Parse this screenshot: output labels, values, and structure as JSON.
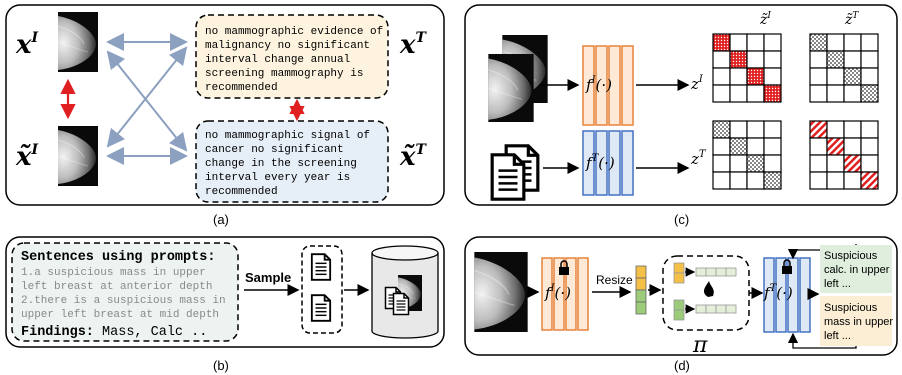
{
  "panel_a": {
    "caption": "(a)",
    "math": {
      "x_i": "x",
      "x_i_sup": "I",
      "x_t": "x",
      "x_t_sup": "T",
      "xt_i": "x̃",
      "xt_i_sup": "I",
      "xt_t": "x̃",
      "xt_t_sup": "T"
    },
    "report_top": [
      "no mammographic evidence of",
      "malignancy no significant",
      "interval change annual",
      "screening mammography is",
      "recommended"
    ],
    "report_bottom": [
      "no mammographic signal of",
      "cancer no significant",
      "change in the screening",
      "interval every year is",
      "recommended"
    ]
  },
  "panel_b": {
    "caption": "(b)",
    "heading": "Sentences using prompts:",
    "lines": [
      "1.a suspicious mass in upper",
      "left breast at anterior depth",
      "2.there is a suspicious mass in",
      "upper left breast at mid depth"
    ],
    "findings_label": "Findings:",
    "findings_value": " Mass, Calc ..",
    "sample_label": "Sample"
  },
  "panel_c": {
    "caption": "(c)",
    "encoder_image": "f",
    "encoder_image_sup": "I",
    "encoder_text": "f",
    "encoder_text_sup": "T",
    "arg": "(·)",
    "z_i": "z",
    "z_i_sup": "I",
    "z_t": "z",
    "z_t_sup": "T",
    "col_zi": "z̃",
    "col_zi_sup": "I",
    "col_zt": "z̃",
    "col_zt_sup": "T"
  },
  "panel_d": {
    "caption": "(d)",
    "resize_label": "Resize",
    "pi_label": "π",
    "encoder_image": "f",
    "encoder_image_sup": "I",
    "encoder_text": "f",
    "encoder_text_sup": "T",
    "arg": "(·)",
    "out_top": [
      "Suspicious",
      "calc. in upper",
      "left ..."
    ],
    "out_bottom": [
      "Suspicious",
      "mass in upper",
      "left ..."
    ]
  },
  "colors": {
    "orange": "#e8833a",
    "blue": "#4472c4",
    "red": "#e02020",
    "yellow_fill": "#fdf3df",
    "blue_fill": "#e6eef7",
    "green_fill": "#dfeedd",
    "arrow_gray": "#8ca0bf"
  }
}
